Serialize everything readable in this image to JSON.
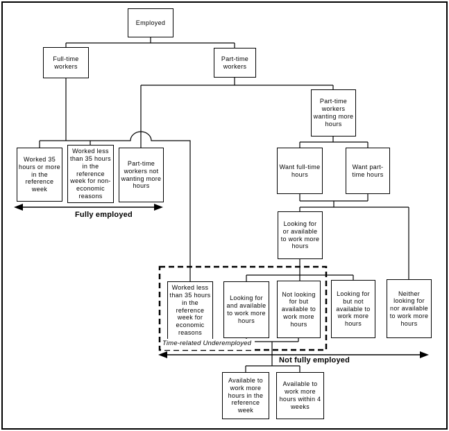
{
  "diagram": {
    "nodes": {
      "employed": "Employed",
      "full_time_workers": "Full-time workers",
      "part_time_workers": "Part-time workers",
      "worked_35_or_more": "Worked 35 hours or more in the reference week",
      "worked_less_non_economic": "Worked less than 35 hours in the reference week for non-economic reasons",
      "pt_not_wanting_more": "Part-time workers not wanting more hours",
      "pt_wanting_more": "Part-time workers wanting more hours",
      "want_full_time": "Want full-time hours",
      "want_part_time": "Want part-time hours",
      "looking_or_available": "Looking for or available to work more hours",
      "worked_less_economic": "Worked less than 35 hours in the reference week for economic reasons",
      "looking_and_available": "Looking for and available to work more hours",
      "not_looking_but_available": "Not looking for but available to work more hours",
      "looking_but_not_available": "Looking for but not available to work more hours",
      "neither_looking_nor_available": "Neither looking for nor available to work more hours",
      "available_reference_week": "Available to work more hours in the reference week",
      "available_4_weeks": "Available to work more hours within 4 weeks"
    },
    "annotations": {
      "fully_employed": "Fully employed",
      "not_fully_employed": "Not fully employed",
      "time_related_underemployed": "Time-related Underemployed"
    },
    "colors": {
      "line": "#000000",
      "background": "#ffffff",
      "text": "#000000"
    }
  }
}
